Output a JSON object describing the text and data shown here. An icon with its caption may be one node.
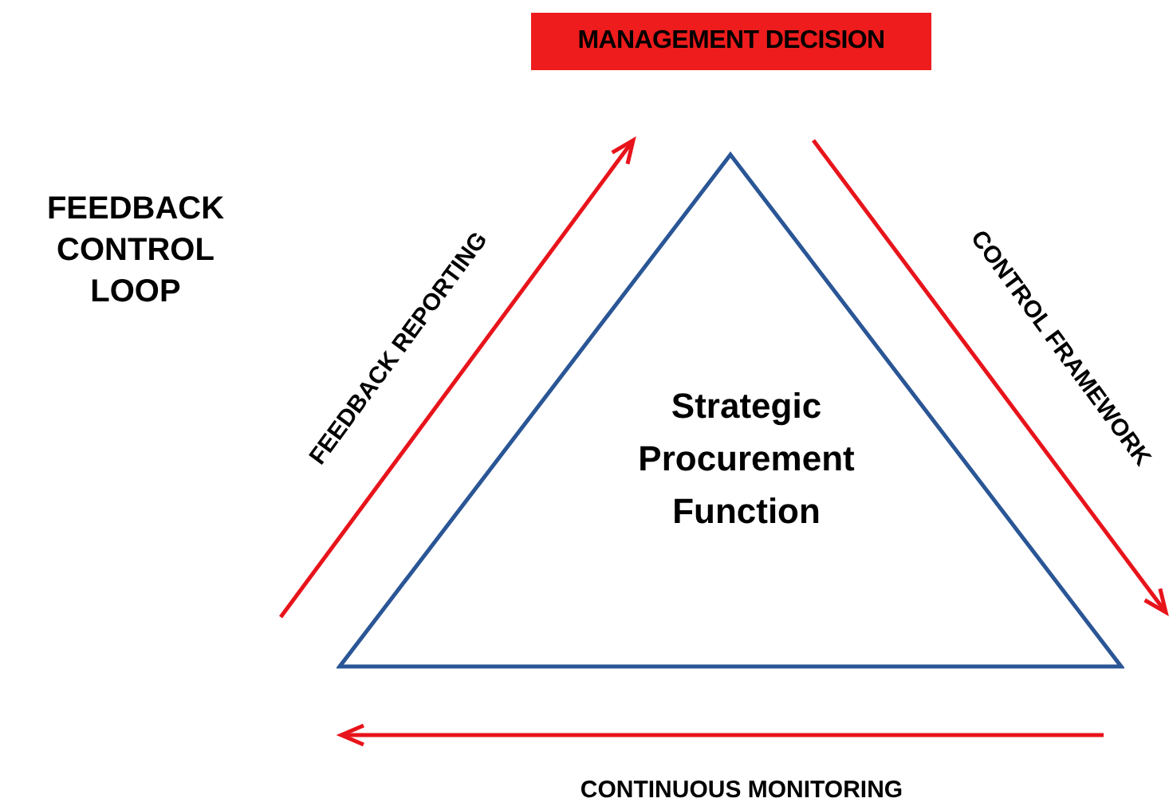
{
  "diagram": {
    "title": "FEEDBACK CONTROL LOOP",
    "nodes": [
      {
        "text": [
          "MANAGEMENT DECISION"
        ]
      },
      {
        "text": [
          "Strategic Procurement Function"
        ]
      }
    ],
    "labels": [
      "FEEDBACK REPORTING",
      "CONTROL FRAMEWORK",
      "CONTINUOUS MONITORING"
    ]
  }
}
